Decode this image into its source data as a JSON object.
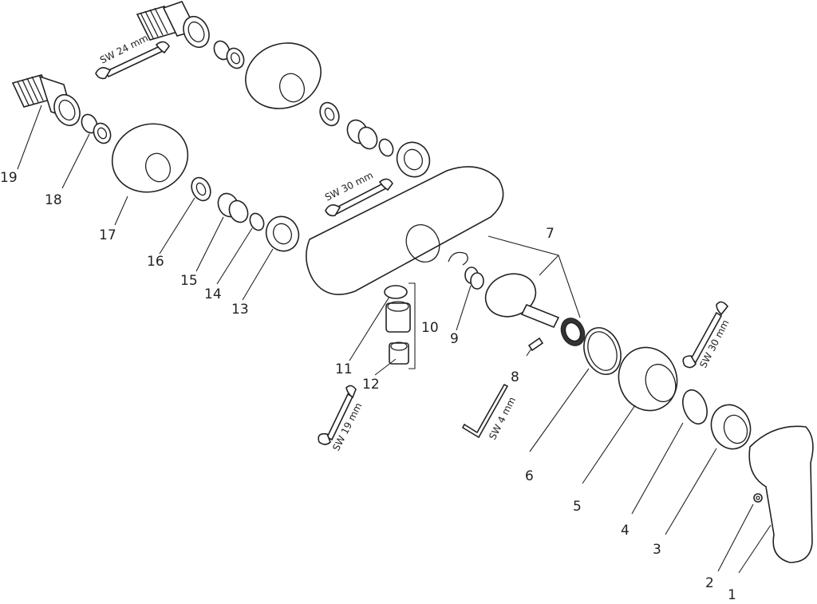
{
  "diagram": {
    "part_numbers": [
      "1",
      "2",
      "3",
      "4",
      "5",
      "6",
      "7",
      "8",
      "9",
      "10",
      "11",
      "12",
      "13",
      "14",
      "15",
      "16",
      "17",
      "18",
      "19"
    ],
    "tool_labels": {
      "sw24": "SW 24 mm",
      "sw30_upper": "SW 30 mm",
      "sw30_right": "SW 30 mm",
      "sw19": "SW 19 mm",
      "sw4": "SW 4 mm"
    }
  }
}
